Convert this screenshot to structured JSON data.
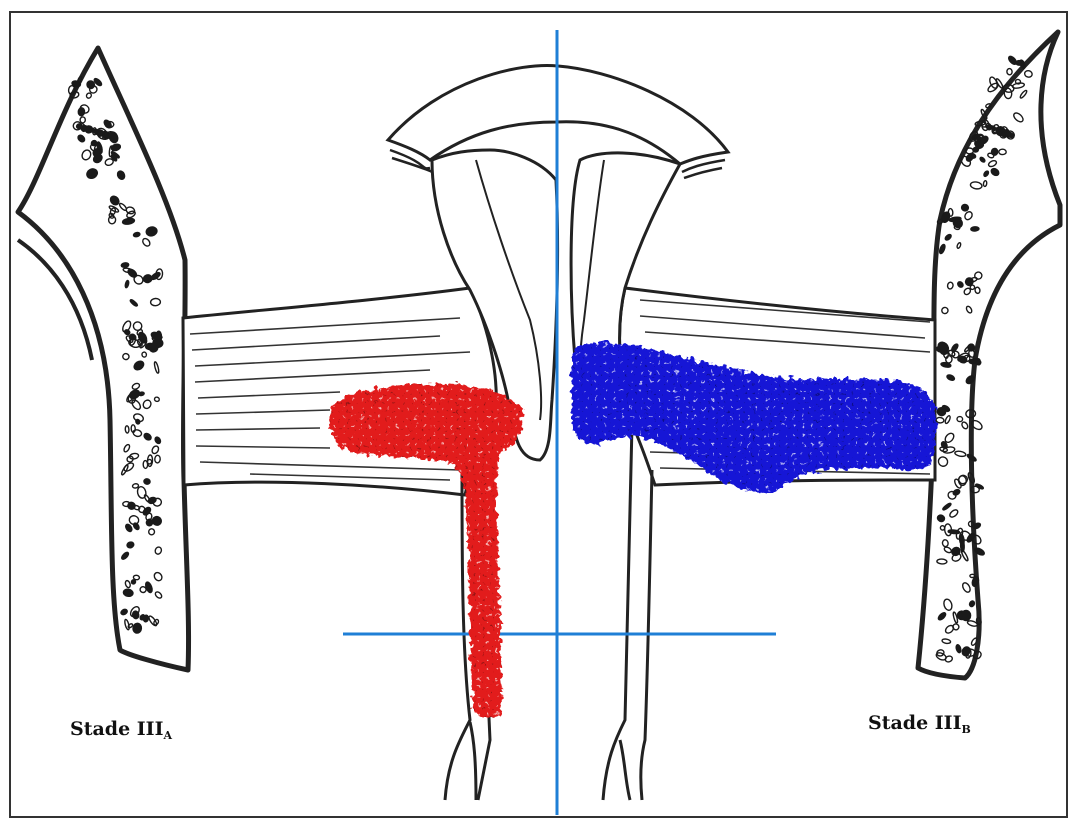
{
  "labels": {
    "left": {
      "main": "Stade III",
      "sub": "A"
    },
    "right": {
      "main": "Stade III",
      "sub": "B"
    }
  },
  "colors": {
    "outline": "#222222",
    "bone": "#ffffff",
    "bone_texture": "#1a1a1a",
    "axis_lines": "#1f7fd6",
    "left_lesion": "#e21b1b",
    "right_lesion": "#1616d6",
    "frame_border": "#333333"
  }
}
